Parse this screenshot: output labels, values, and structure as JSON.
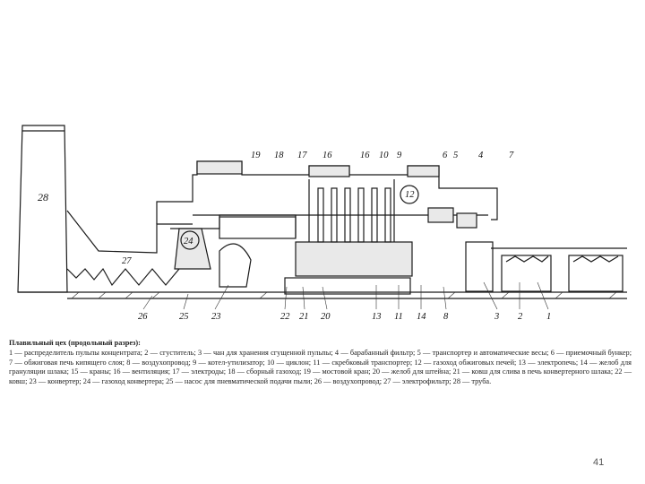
{
  "labels": {
    "n1": "1",
    "n2": "2",
    "n3": "3",
    "n4": "4",
    "n5": "5",
    "n6": "6",
    "n7": "7",
    "n8": "8",
    "n9": "9",
    "n10": "10",
    "n11": "11",
    "n12": "12",
    "n13": "13",
    "n14": "14",
    "n16a": "16",
    "n16b": "16",
    "n17": "17",
    "n18": "18",
    "n19": "19",
    "n20": "20",
    "n21": "21",
    "n22": "22",
    "n23": "23",
    "n24": "24",
    "n25": "25",
    "n26": "26",
    "n27": "27",
    "n28": "28"
  },
  "caption": {
    "title": "Плавильный цех (продольный разрез):",
    "text": "1 — распределитель пульпы концентрата; 2 — сгуститель; 3 — чан для хранения сгущенной пульпы; 4 — барабанный фильтр; 5 — транспортер и автоматические весы; 6 — приемочный бункер; 7 — обжиговая печь кипящего слоя; 8 — воздухопровод; 9 — котел-утилизатор; 10 — циклон; 11 — скребковый транспортер; 12 — газоход обжиговых печей; 13 — электропечь; 14 — желоб для грануляции шлака; 15 — краны; 16 — вентиляция; 17 — электроды; 18 — сборный газоход; 19 — мостовой кран; 20 — желоб для штейна; 21 — ковш для слива в печь конвертерного шлака; 22 — ковш; 23 — конвертер; 24 — газоход конвертера; 25 — насос для пневматической подачи пыли; 26 — воздухопровод; 27 — электрофильтр; 28 — труба."
  },
  "page_number": "41"
}
